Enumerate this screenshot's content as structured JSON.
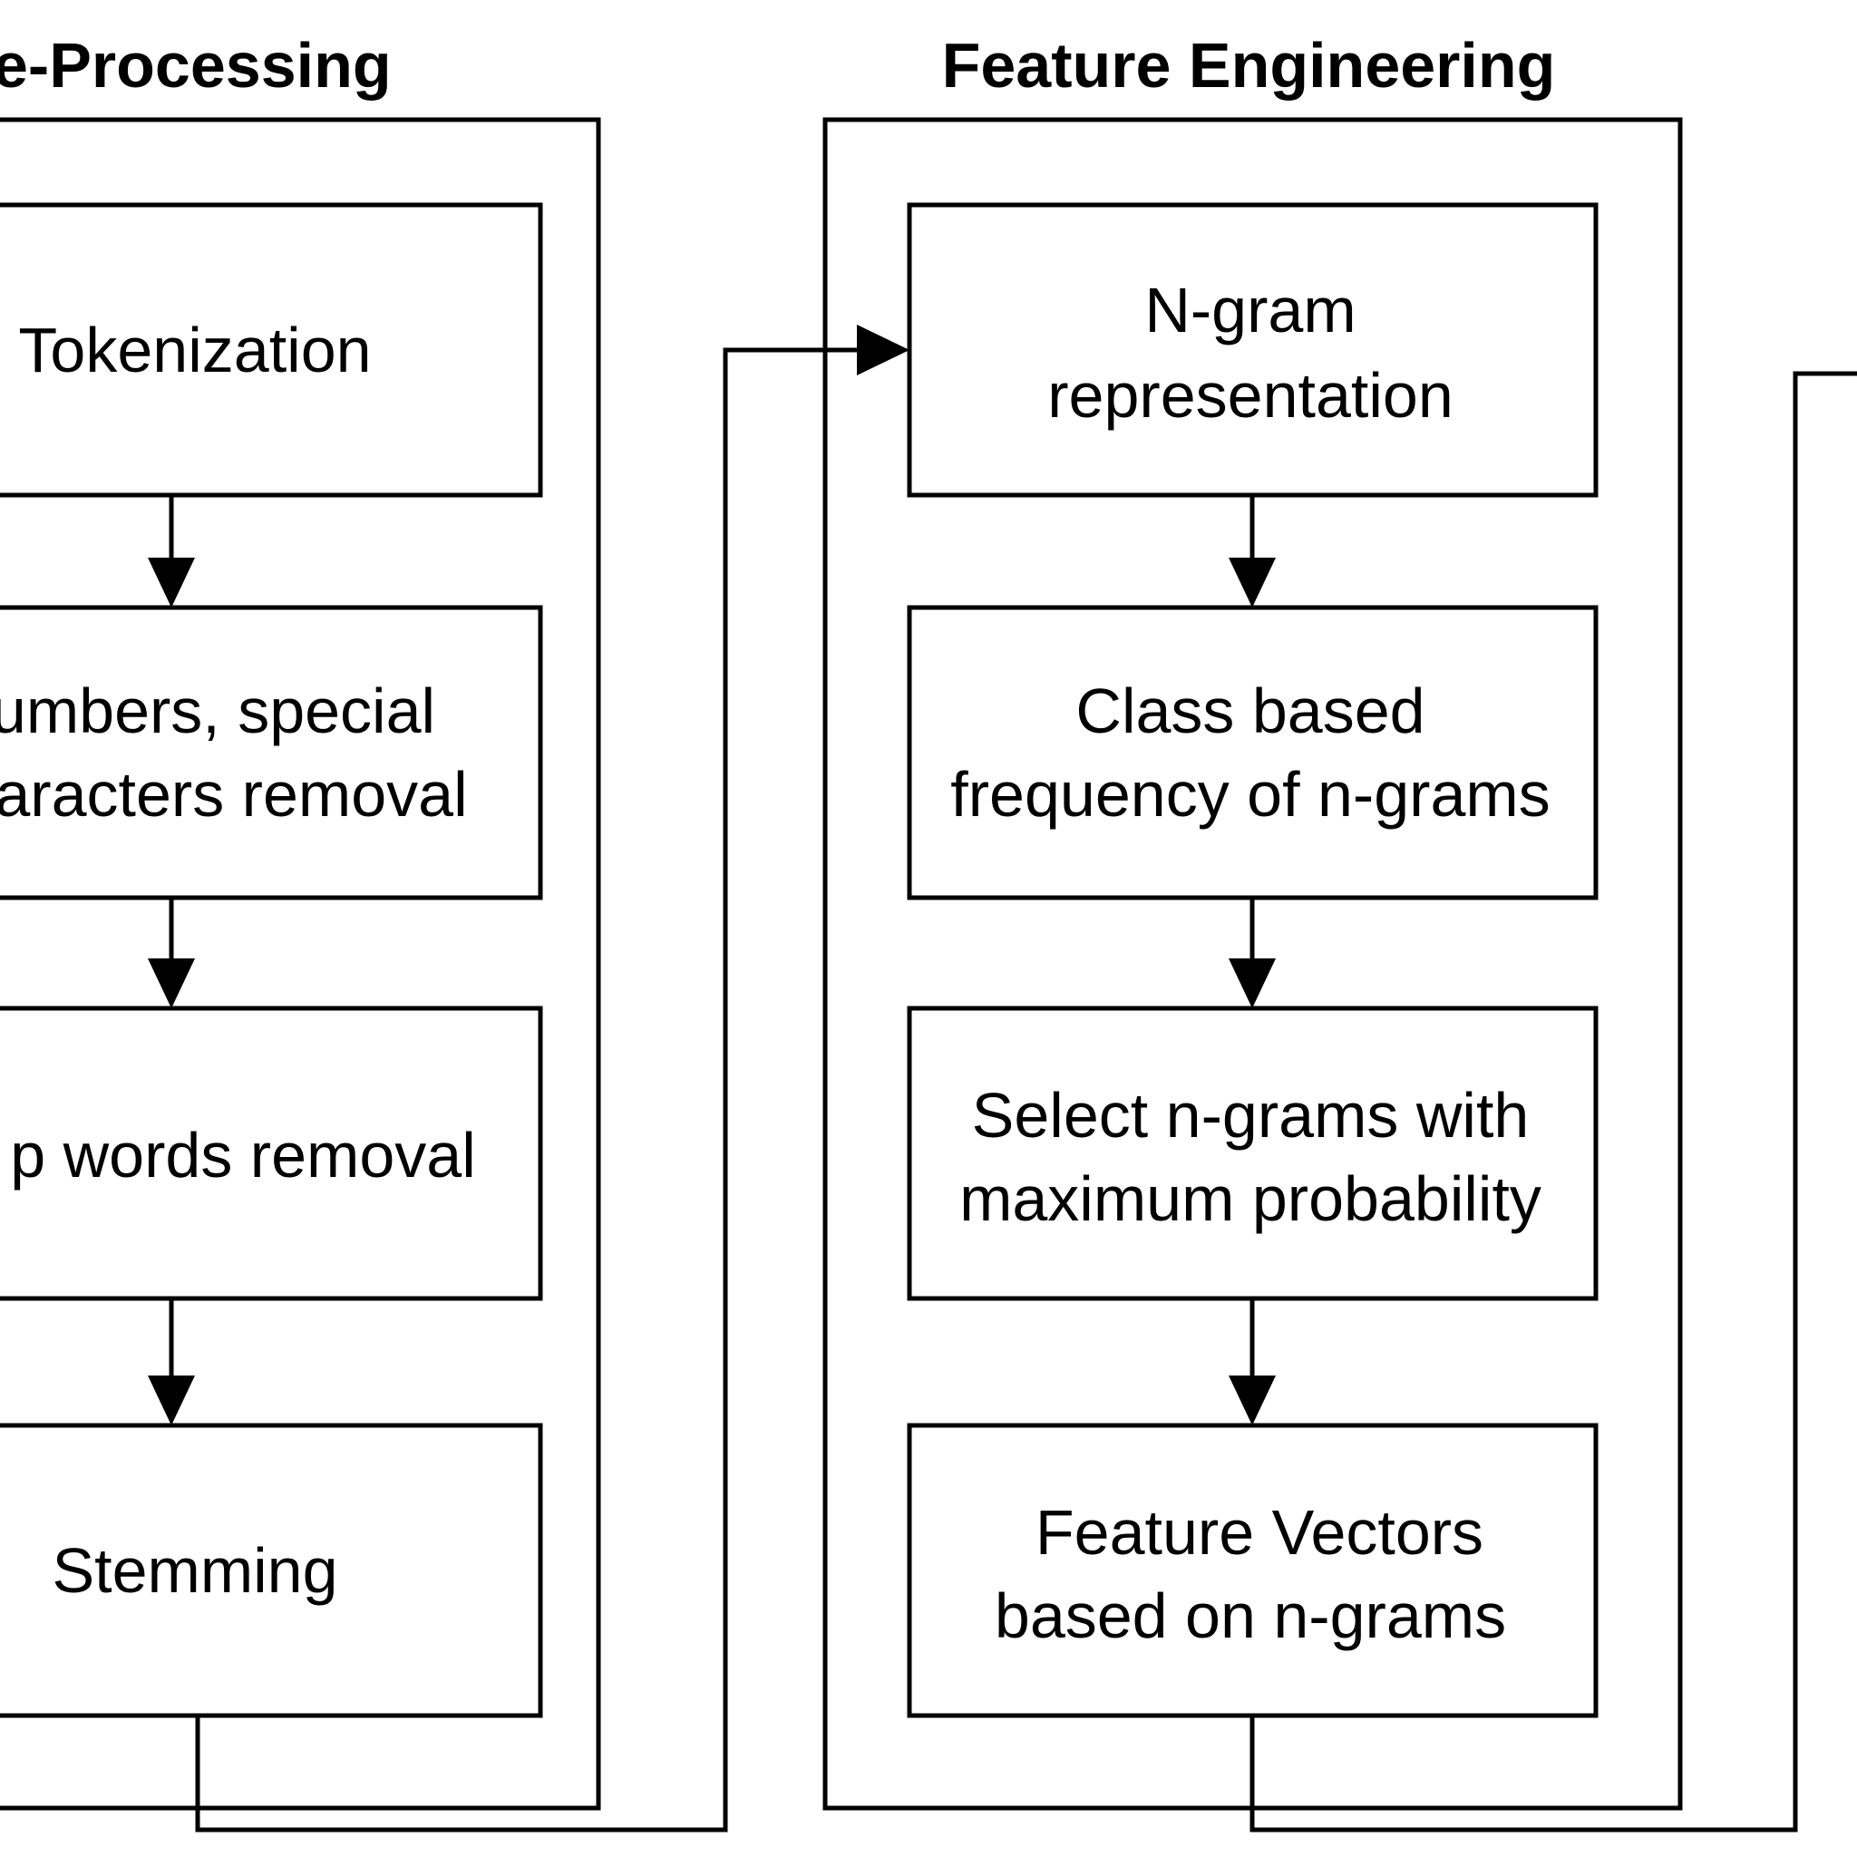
{
  "sections": {
    "preprocessing": {
      "title": "e-Processing",
      "steps": [
        {
          "lines": [
            "Tokenization"
          ]
        },
        {
          "lines": [
            "umbers, special",
            "aracters removal"
          ]
        },
        {
          "lines": [
            "p words removal"
          ]
        },
        {
          "lines": [
            "Stemming"
          ]
        }
      ]
    },
    "feature_engineering": {
      "title": "Feature Engineering",
      "steps": [
        {
          "lines": [
            "N-gram",
            "representation"
          ]
        },
        {
          "lines": [
            "Class based",
            "frequency of n-grams"
          ]
        },
        {
          "lines": [
            "Select n-grams with",
            "maximum probability"
          ]
        },
        {
          "lines": [
            "Feature Vectors",
            "based on n-grams"
          ]
        }
      ]
    }
  },
  "colors": {
    "stroke": "#000000",
    "background": "#ffffff"
  }
}
